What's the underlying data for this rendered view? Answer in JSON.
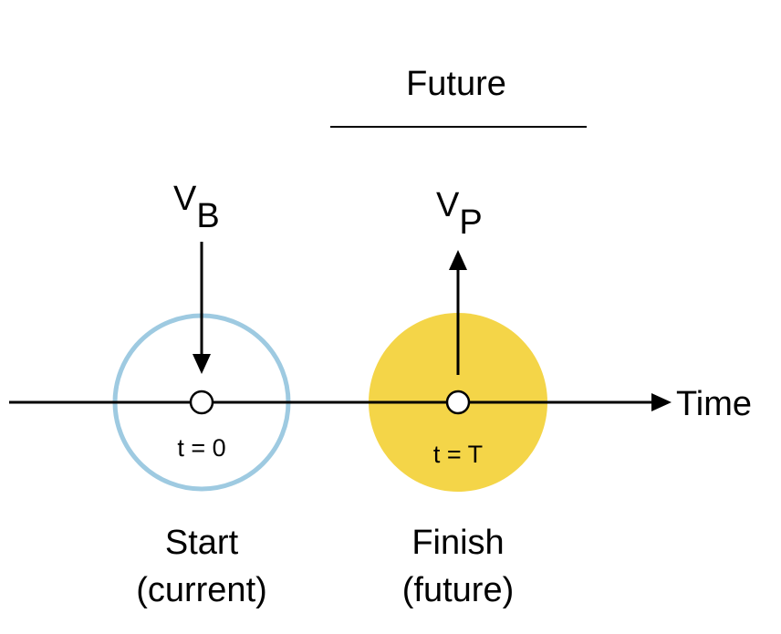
{
  "header": {
    "label": "Future"
  },
  "axis": {
    "label": "Time"
  },
  "start": {
    "symbol": "V",
    "subscript": "B",
    "time_label": "t = 0",
    "title": "Start",
    "subtitle": "(current)",
    "circle_color": "#9ecae1",
    "arrow_direction": "down"
  },
  "finish": {
    "symbol": "V",
    "subscript": "P",
    "time_label": "t = T",
    "title": "Finish",
    "subtitle": "(future)",
    "fill_color": "#f4d548",
    "arrow_direction": "up"
  },
  "colors": {
    "line": "#000000",
    "background": "#ffffff"
  }
}
